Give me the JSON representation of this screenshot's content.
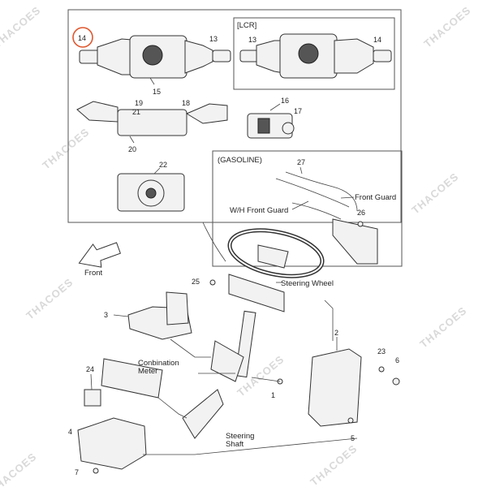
{
  "watermark": "THACOES",
  "colors": {
    "highlight": "#e0572e",
    "line": "#444444"
  },
  "top_box": {
    "labels": {
      "p14": "14",
      "p13": "13",
      "p15": "15",
      "p19": "19",
      "p21": "21",
      "p18": "18",
      "p20": "20",
      "p16": "16",
      "p17": "17",
      "p22": "22"
    },
    "lcr": {
      "title": "[LCR]",
      "p13": "13",
      "p14": "14"
    }
  },
  "gasoline_box": {
    "title": "(GASOLINE)",
    "p27": "27",
    "front_guard": "Front Guard",
    "wh_front_guard": "W/H Front Guard",
    "p26": "26"
  },
  "main": {
    "front": "Front",
    "p25": "25",
    "steering_wheel": "Steering Wheel",
    "p3": "3",
    "p2": "2",
    "combination_meter_1": "Conbination",
    "combination_meter_2": "Meter",
    "p24": "24",
    "p23": "23",
    "p6": "6",
    "p1": "1",
    "p4": "4",
    "p5": "5",
    "steering_shaft_1": "Steering",
    "steering_shaft_2": "Shaft",
    "p7": "7"
  }
}
